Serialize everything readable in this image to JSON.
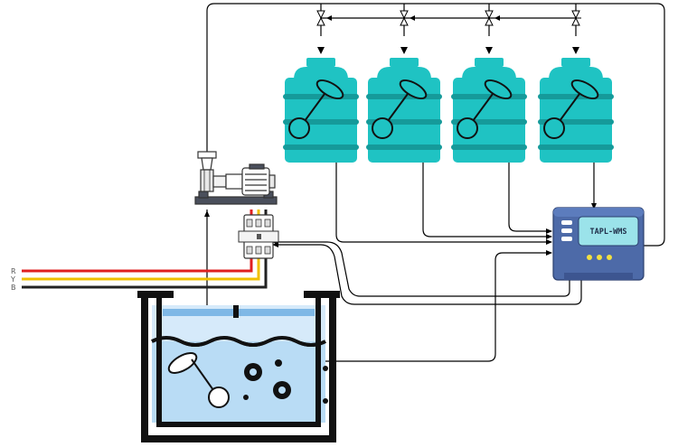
{
  "controller": {
    "display_text": "TAPL-WMS"
  },
  "power_supply": {
    "phases": [
      {
        "label": "R",
        "color": "#e02020"
      },
      {
        "label": "Y",
        "color": "#f0c000"
      },
      {
        "label": "B",
        "color": "#222222"
      }
    ]
  },
  "overhead_tanks": {
    "count": 4,
    "body_color": "#1fc3c3",
    "shade_color": "#159a9a"
  },
  "sump": {
    "water_color": "#b9dcf5",
    "wall_color": "#111111"
  },
  "controller_colors": {
    "body": "#4d6aa8",
    "screen": "#9be3ea",
    "buttons": "#f2e040"
  },
  "line_color": "#000000"
}
